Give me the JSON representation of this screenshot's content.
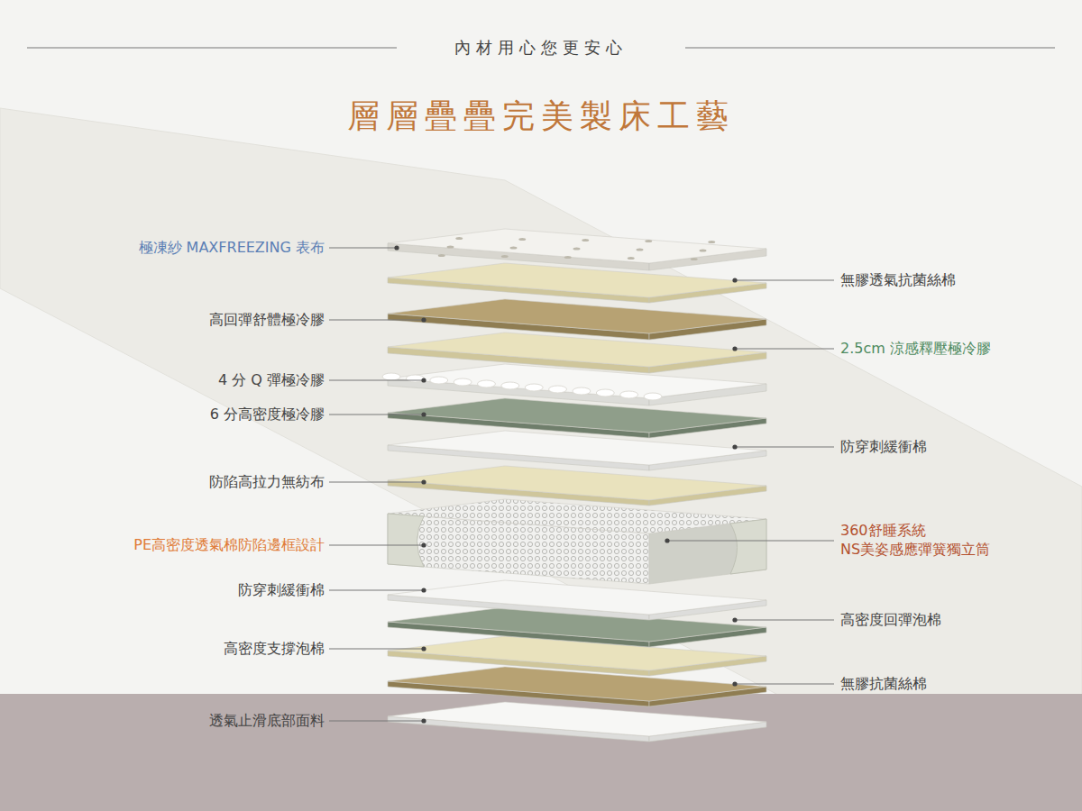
{
  "diagram": {
    "title": "層層疊疊完美製床工藝",
    "labels": [
      "內材用心您更安心",
      "極凍紗 MAXFREEZING 表布",
      "無膠透氣抗菌絲棉",
      "高回彈舒體極冷膠",
      "2.5cm 涼感釋壓極冷膠",
      "4 分 Q 彈極冷膠",
      "6 分高密度極冷膠",
      "防穿刺緩衝棉",
      "防陷高拉力無紡布",
      "360舒睡系統 NS美姿感應彈簧獨立筒",
      "PE高密度透氣棉防陷邊框設計",
      "防穿刺緩衝棉",
      "高密度回彈泡棉",
      "高密度支撐泡棉",
      "無膠抗菌絲棉",
      "透氣止滑底部面料"
    ]
  }
}
